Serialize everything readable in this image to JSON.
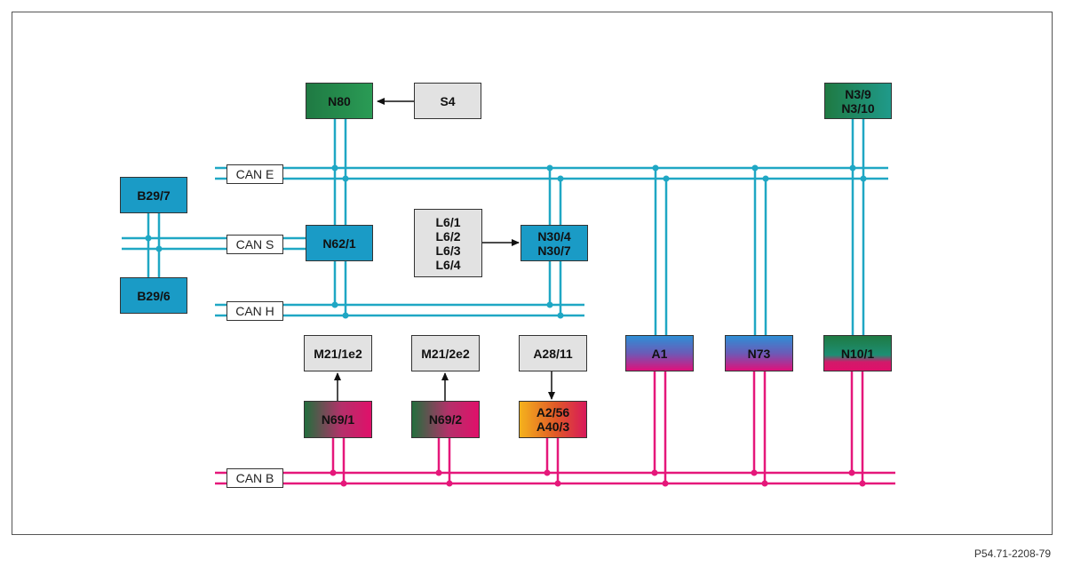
{
  "buses": {
    "can_e": "CAN E",
    "can_s": "CAN S",
    "can_h": "CAN H",
    "can_b": "CAN B"
  },
  "modules": {
    "n80": "N80",
    "s4": "S4",
    "n3": "N3/9\nN3/10",
    "b29_7": "B29/7",
    "b29_6": "B29/6",
    "n62": "N62/1",
    "l6": "L6/1\nL6/2\nL6/3\nL6/4",
    "n30": "N30/4\nN30/7",
    "m21_1": "M21/1e2",
    "m21_2": "M21/2e2",
    "a28": "A28/11",
    "a1": "A1",
    "n73": "N73",
    "n10": "N10/1",
    "n69_1": "N69/1",
    "n69_2": "N69/2",
    "a2": "A2/56\nA40/3"
  },
  "reference": "P54.71-2208-79",
  "colors": {
    "can_cyan": "#1fa7c4",
    "can_magenta": "#e5177a",
    "module_blue": "#1a9bc6",
    "module_gray": "#e2e2e2"
  }
}
